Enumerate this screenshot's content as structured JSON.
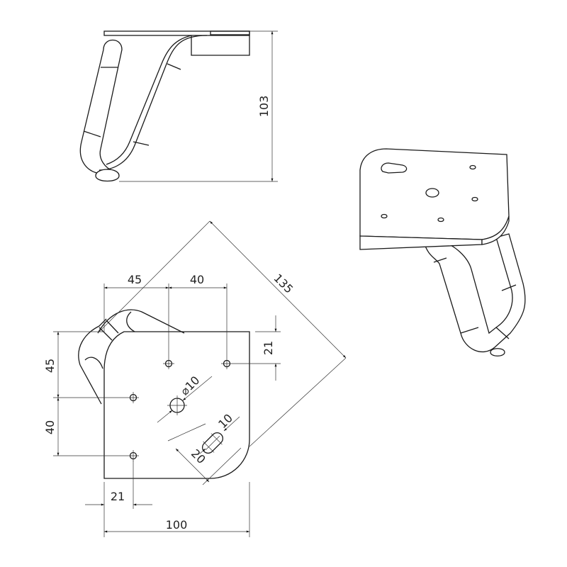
{
  "dimensions": {
    "height_103": "103",
    "diagonal_135": "135",
    "top_45": "45",
    "top_40": "40",
    "right_21": "21",
    "left_45": "45",
    "left_40": "40",
    "bottom_21": "21",
    "width_100": "100",
    "hole_dia": "⌀10",
    "slot_width": "10",
    "slot_length": "20"
  }
}
